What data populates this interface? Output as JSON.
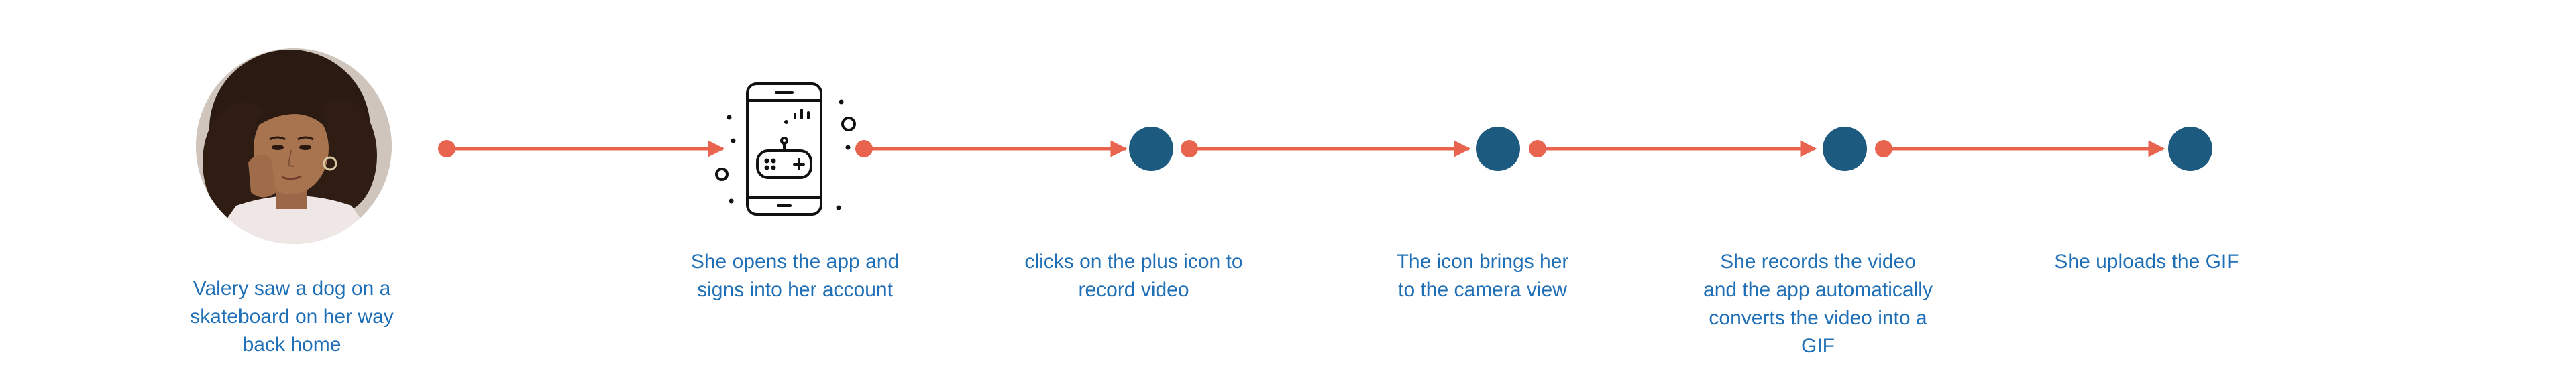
{
  "colors": {
    "node": "#1d5a80",
    "connector": "#e8644f",
    "label": "#1f6fb6",
    "icon": "#111111"
  },
  "icons": {
    "persona": "persona-photo",
    "app": "smartphone-gamepad-icon"
  },
  "steps": [
    {
      "label": "Valery saw a dog on a\nskateboard on her way\nback home"
    },
    {
      "label": "She opens the app and\nsigns into her account"
    },
    {
      "label": "clicks on the plus icon to\nrecord video"
    },
    {
      "label": "The icon brings her\nto the camera view"
    },
    {
      "label": "She records the video\nand the app automatically\nconverts the video into a\nGIF"
    },
    {
      "label": "She uploads the GIF"
    }
  ]
}
